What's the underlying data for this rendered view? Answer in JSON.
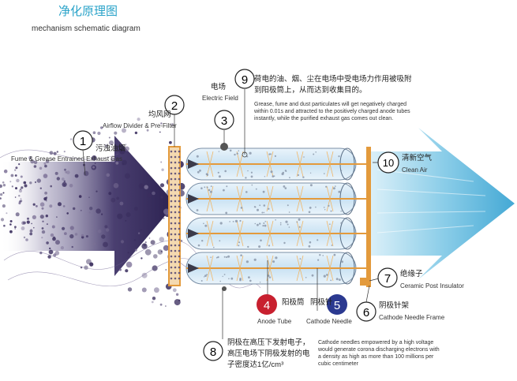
{
  "title_cn": "净化原理图",
  "title_en": "mechanism schematic diagram",
  "callouts": [
    {
      "num": "1",
      "cn": "污浊油烟",
      "en": "Fume & Grease Entrained Exhaust Gas"
    },
    {
      "num": "2",
      "cn": "均风网",
      "en": "Airflow Divider & Pre-Filter"
    },
    {
      "num": "3",
      "cn": "电场",
      "en": "Electric Field"
    },
    {
      "num": "4",
      "cn": "阳极筒",
      "en": "Anode Tube"
    },
    {
      "num": "5",
      "cn": "阴极针",
      "en": "Cathode Needle"
    },
    {
      "num": "6",
      "cn": "阴极针架",
      "en": "Cathode Needle Frame"
    },
    {
      "num": "7",
      "cn": "绝缘子",
      "en": "Ceramic Post Insulator"
    },
    {
      "num": "8",
      "cn_lines": [
        "阴极在高压下发射电子，",
        "高压电场下阴极发射的电",
        "子密度达1亿/cm³"
      ],
      "en_lines": [
        "Cathode needles empowered by a high voltage",
        "would generate corona discharging electrons with",
        "a density as high as more than 100 millions per",
        "cubic centimeter"
      ]
    },
    {
      "num": "9",
      "cn_lines": [
        "荷电的油、烟、尘在电场中受电场力作用被吸附",
        "到阳极筒上，从而达到收集目的。"
      ],
      "en_lines": [
        "Grease, fume and dust particulates will get negatively charged",
        "within 0.01s and attracted to the positively charged anode tubes",
        "instantly, while the purified exhaust gas comes out clean."
      ]
    },
    {
      "num": "10",
      "cn": "清新空气",
      "en": "Clean Air"
    }
  ],
  "colors": {
    "title": "#2aa3c9",
    "badge4": "#c8202f",
    "badge5": "#2b3990",
    "frame": "#e39a3c",
    "clean_air": "#3aa8d4",
    "smoke": "#3a2e5e"
  }
}
